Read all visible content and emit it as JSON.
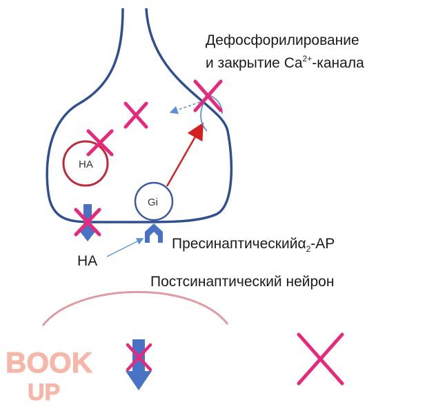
{
  "labels": {
    "dephos_line1": "Дефосфорилирование",
    "dephos_line2_prefix": "и закрытие Ca",
    "dephos_line2_sup": "2+",
    "dephos_line2_suffix": "-канала",
    "vesicle": "НА",
    "gi": "Gi",
    "na_released": "НА",
    "presyn_prefix": "Пресинаптический",
    "presyn_alpha": "α",
    "presyn_sub": "2",
    "presyn_suffix": "-АР",
    "postsyn": "Постсинаптический нейрон"
  },
  "logo": {
    "line1": "BOOK",
    "line2": "UP"
  },
  "colors": {
    "membrane": "#2f4f8f",
    "cross": "#e8287a",
    "activation_arrow": "#d42020",
    "vesicle": "#c0283a",
    "gi": "#3a5aa0",
    "down_arrow": "#4a72c4",
    "receptor": "#4a72c4",
    "postsyn_membrane": "#e09aa3",
    "logo": "#f4a08e",
    "thin_arrow": "#5b8fd8"
  }
}
